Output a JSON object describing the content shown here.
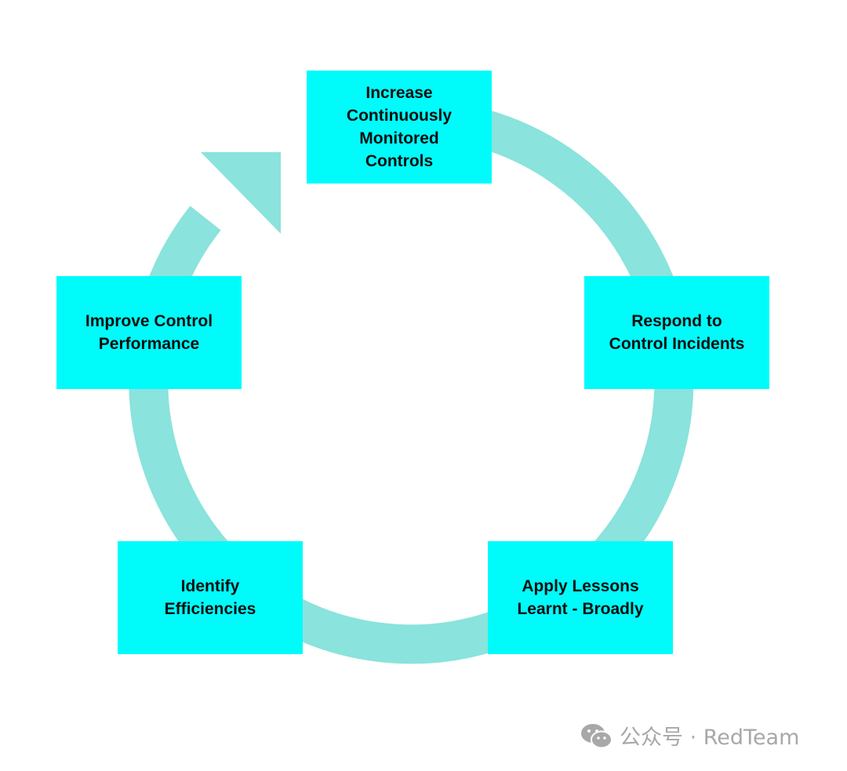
{
  "diagram": {
    "steps": [
      {
        "label": "Increase\nContinuously\nMonitored\nControls"
      },
      {
        "label": "Respond to\nControl Incidents"
      },
      {
        "label": "Apply Lessons\nLearnt - Broadly"
      },
      {
        "label": "Identify\nEfficiencies"
      },
      {
        "label": "Improve Control\nPerformance"
      }
    ],
    "colors": {
      "box": "#00fbfb",
      "ring": "#8ae3dc",
      "text": "#0d0d0d"
    }
  },
  "watermark": {
    "icon": "wechat-icon",
    "text": "公众号 · RedTeam"
  }
}
